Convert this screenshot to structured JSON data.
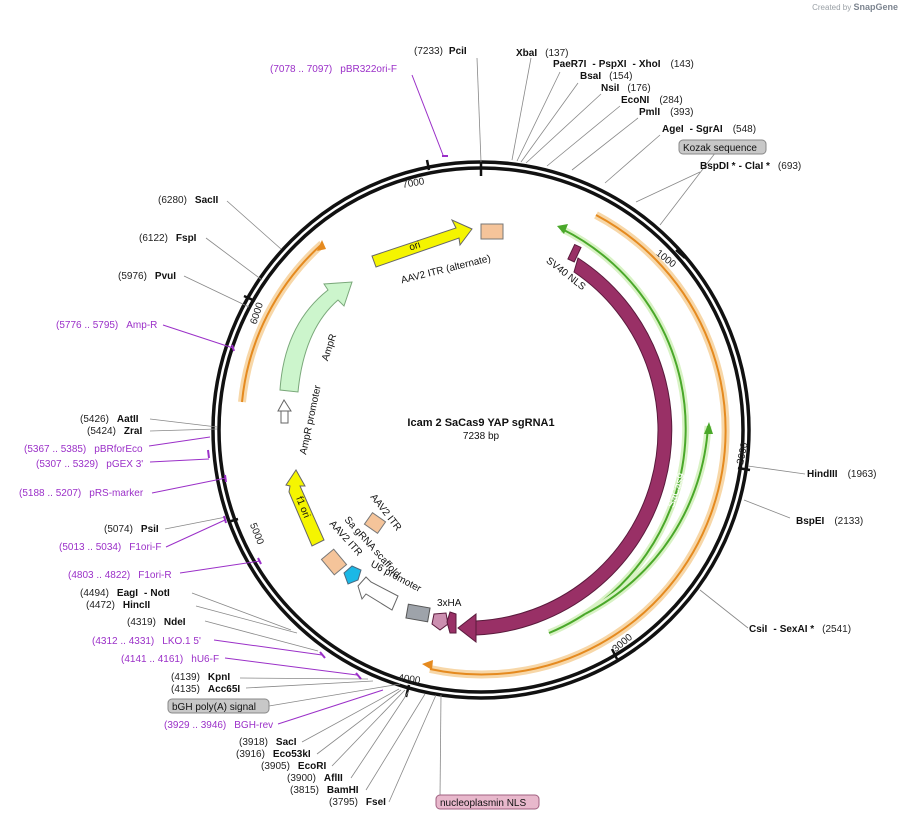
{
  "credit": {
    "prefix": "Created by",
    "brand": "SnapGene"
  },
  "plasmid": {
    "name": "Icam 2 SaCas9 YAP sgRNA1",
    "length": "7238 bp"
  },
  "ticks": [
    "1000",
    "2000",
    "3000",
    "4000",
    "5000",
    "6000",
    "7000"
  ],
  "sites": [
    {
      "id": "PciI",
      "pos": "(7233)"
    },
    {
      "id": "XbaI",
      "pos": "(137)"
    },
    {
      "id": "PaeR7I",
      "pos": ""
    },
    {
      "id": "PspXI",
      "pos": ""
    },
    {
      "id": "XhoI",
      "pos": "(143)"
    },
    {
      "id": "BsaI",
      "pos": "(154)"
    },
    {
      "id": "NsiI",
      "pos": "(176)"
    },
    {
      "id": "EcoNI",
      "pos": "(284)"
    },
    {
      "id": "PmlI",
      "pos": "(393)"
    },
    {
      "id": "AgeI",
      "pos": ""
    },
    {
      "id": "SgrAI",
      "pos": "(548)"
    },
    {
      "id": "BspDI *",
      "pos": ""
    },
    {
      "id": "ClaI *",
      "pos": "(693)"
    },
    {
      "id": "HindIII",
      "pos": "(1963)"
    },
    {
      "id": "BspEI",
      "pos": "(2133)"
    },
    {
      "id": "CsiI",
      "pos": ""
    },
    {
      "id": "SexAI *",
      "pos": "(2541)"
    },
    {
      "id": "SacII",
      "pos": "(6280)"
    },
    {
      "id": "FspI",
      "pos": "(6122)"
    },
    {
      "id": "PvuI",
      "pos": "(5976)"
    },
    {
      "id": "AatII",
      "pos": "(5426)"
    },
    {
      "id": "ZraI",
      "pos": "(5424)"
    },
    {
      "id": "PsiI",
      "pos": "(5074)"
    },
    {
      "id": "EagI",
      "pos": "(4494)"
    },
    {
      "id": "NotI",
      "pos": ""
    },
    {
      "id": "HincII",
      "pos": "(4472)"
    },
    {
      "id": "NdeI",
      "pos": "(4319)"
    },
    {
      "id": "KpnI",
      "pos": "(4139)"
    },
    {
      "id": "Acc65I",
      "pos": "(4135)"
    },
    {
      "id": "SacI",
      "pos": "(3918)"
    },
    {
      "id": "Eco53kI",
      "pos": "(3916)"
    },
    {
      "id": "EcoRI",
      "pos": "(3905)"
    },
    {
      "id": "AflII",
      "pos": "(3900)"
    },
    {
      "id": "BamHI",
      "pos": "(3815)"
    },
    {
      "id": "FseI",
      "pos": "(3795)"
    }
  ],
  "primers": [
    {
      "range": "(7078 .. 7097)",
      "name": "pBR322ori-F"
    },
    {
      "range": "(5776 .. 5795)",
      "name": "Amp-R"
    },
    {
      "range": "(5367 .. 5385)",
      "name": "pBRforEco"
    },
    {
      "range": "(5307 .. 5329)",
      "name": "pGEX 3'"
    },
    {
      "range": "(5188 .. 5207)",
      "name": "pRS-marker"
    },
    {
      "range": "(5013 .. 5034)",
      "name": "F1ori-F"
    },
    {
      "range": "(4803 .. 4822)",
      "name": "F1ori-R"
    },
    {
      "range": "(4312 .. 4331)",
      "name": "LKO.1 5'"
    },
    {
      "range": "(4141 .. 4161)",
      "name": "hU6-F"
    },
    {
      "range": "(3929 .. 3946)",
      "name": "BGH-rev"
    }
  ],
  "boxed": [
    "Kozak sequence",
    "bGH poly(A) signal",
    "nucleoplasmin NLS"
  ],
  "features": [
    "ori",
    "AAV2 ITR (alternate)",
    "SV40 NLS",
    "SaCas9",
    "AmpR",
    "AmpR promoter",
    "f1 ori",
    "AAV2 ITR",
    "Sa gRNA scaffold",
    "AAV2 ITR",
    "U6 promoter",
    "3xHA"
  ],
  "colors": {
    "backbone": "#111111",
    "cas9": "#993066",
    "ori": "#f5f500",
    "amp": "#ccf5cc",
    "itr": "#f5c49a",
    "scaffold": "#1ab8e6",
    "u6": "#ffffff",
    "ha": "#9ea3aa",
    "primer": "#9b30c8",
    "orange_arc": "#e58a1f",
    "green_arc": "#4aa82a"
  }
}
